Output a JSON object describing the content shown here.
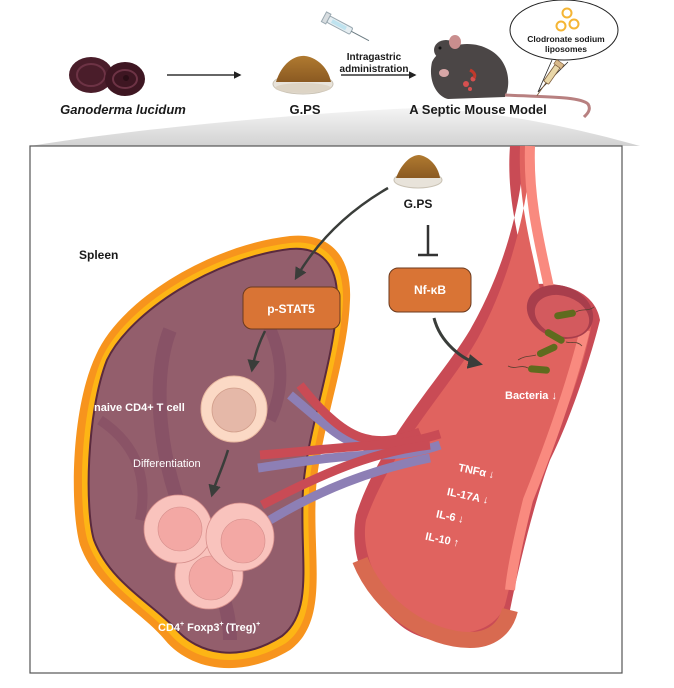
{
  "top_row": {
    "ganoderma_label": "Ganoderma lucidum",
    "gps_label": "G.PS",
    "route_label_line1": "Intragastric",
    "route_label_line2": "administration",
    "mouse_label": "A Septic Mouse Model",
    "bubble_line1": "Clodronate sodium",
    "bubble_line2": "liposomes"
  },
  "panel": {
    "gps_label": "G.PS",
    "spleen_label": "Spleen",
    "pstat5_label": "p-STAT5",
    "nfkb_label": "Nf-κB",
    "naive_cell_label": "naive CD4+ T cell",
    "differentiation_label": "Differentiation",
    "treg_label": {
      "cd4": "CD4",
      "foxp3": "Foxp3",
      "treg": "(Treg)",
      "sup": "+"
    },
    "bacteria_label": "Bacteria ↓",
    "cytokines": [
      {
        "name": "TNFα",
        "direction": "↓"
      },
      {
        "name": "IL-17A",
        "direction": "↓"
      },
      {
        "name": "IL-6",
        "direction": "↓"
      },
      {
        "name": "IL-10",
        "direction": "↑"
      }
    ]
  },
  "colors": {
    "box_orange": "#D97435",
    "spleen_fill": "#935E6C",
    "spleen_rim": "#FDB515",
    "vessel_red": "#C94B55",
    "vein_purple": "#8D7FB5",
    "cell_pink": "#F7B8B5",
    "bacteria_green": "#5F6B1E"
  }
}
